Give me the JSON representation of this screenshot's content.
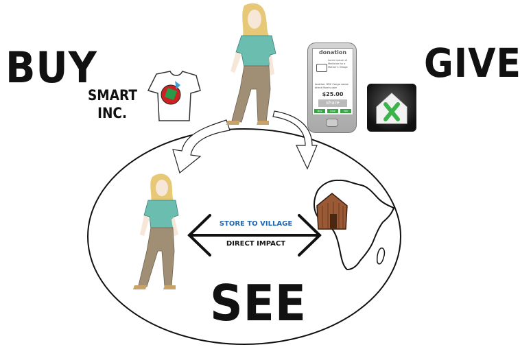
{
  "headings": {
    "buy": "BUY",
    "give": "GIVE",
    "see": "SEE"
  },
  "company": {
    "line1": "SMART",
    "line2": "INC."
  },
  "arrow_labels": {
    "top": "STORE TO VILLAGE",
    "bottom": "DIRECT IMPACT"
  },
  "phone": {
    "title": "donation",
    "description": "Lorem ipsum of Medicine for a Mother's Village",
    "location": "location: DRC Congo cause: direct Mom's care",
    "amount": "$25.00",
    "share": "share",
    "buttons": [
      "Buy",
      "Give",
      "See"
    ]
  },
  "colors": {
    "blue_label": "#1f67b1",
    "shirt_logo_red": "#cc2222",
    "shirt_logo_green": "#2a9a4a",
    "shirt_logo_blue": "#3da0d8",
    "shirt_top": "#6bbdb0",
    "pants": "#a08f74",
    "hair": "#e6c877",
    "hut": "#9a5a35",
    "check_green": "#3cb44b"
  },
  "icons": [
    "t-shirt-icon",
    "phone-icon",
    "camera-icon",
    "home-x-icon",
    "hut-icon",
    "africa-map-icon",
    "curved-arrow-icon",
    "double-arrow-icon"
  ]
}
